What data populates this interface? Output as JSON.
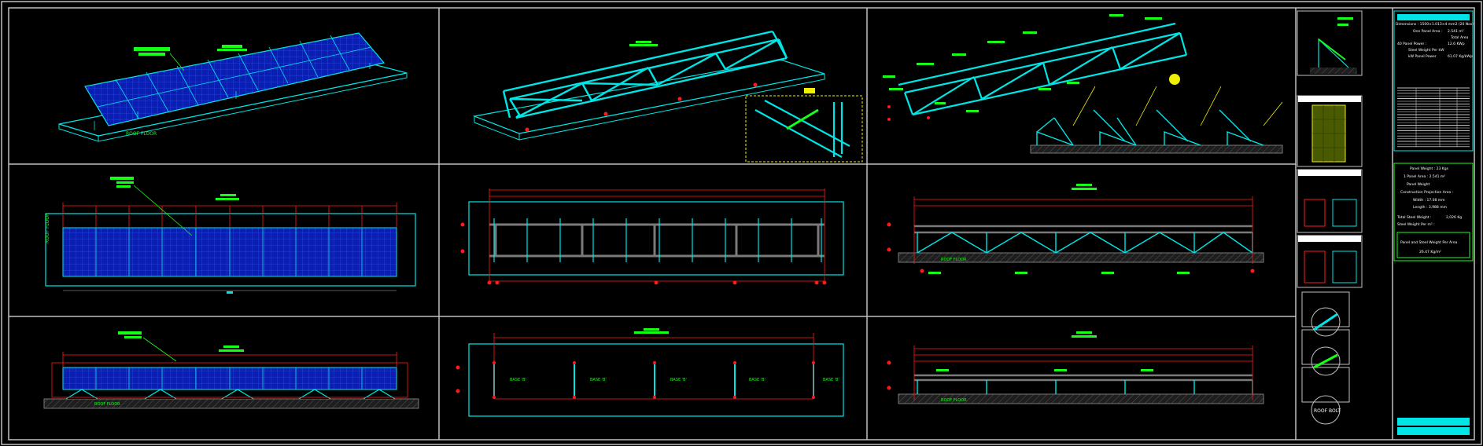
{
  "drawing": {
    "views": [
      {
        "name": "panels-isometric",
        "floor_label": "ROOF FLOOR"
      },
      {
        "name": "frame-isometric",
        "floor_label": ""
      },
      {
        "name": "frame-detail-isometric",
        "floor_label": ""
      },
      {
        "name": "panels-plan",
        "floor_label": "ROOF FLOOR"
      },
      {
        "name": "frame-plan",
        "floor_label": ""
      },
      {
        "name": "frame-elevation",
        "floor_label": "ROOF FLOOR"
      },
      {
        "name": "panels-elevation",
        "floor_label": "ROOF FLOOR"
      },
      {
        "name": "base-plan",
        "floor_label": ""
      },
      {
        "name": "frame-side-elevation",
        "floor_label": "ROOF FLOOR"
      }
    ],
    "base_tag": "BASE 'B'",
    "details_label": "ROOF BOLT"
  },
  "title_block": {
    "dimensions": "Dimensions : 1500×1.013×4 mm2 (20 Nos)",
    "one_panel_area": "One Panel Area :",
    "one_panel_area_value": "2.541 m²",
    "total_panel_area": "Total Area",
    "per_panel_power": "40 Panel Power :",
    "per_panel_power_value": "12.6 KWp",
    "steel_weight": "Steel Weight Per kW",
    "steel_weight_value": "61.07 Kg/kWp",
    "kw_panel_power": "kW Panel Power",
    "panel_weight": "Panel Weight : 23 Kgs",
    "panel_area_line": "1 Panel Area : 2.541 m²",
    "panel_weight_m2": "Panel Weight",
    "construction_area": "Construction Projection Area :",
    "width": "Width : 17.08 mm",
    "length": "Length : 3,988 mm",
    "total_steel_weight": "Total Steel Weight :",
    "total_steel_weight_value": "2,026 Kg",
    "steel_weight_per_area": "Steel Weight Per m² :",
    "summary_line": "Panel and Steel Weight Per Area",
    "summary_value": "26.47 Kg/m²",
    "rows": 22
  },
  "colors": {
    "background": "#000000",
    "frame": "#c0c0c0",
    "cyan": "#00e5e5",
    "blue_panel": "#0a1fb0",
    "red": "#ff1a1a",
    "green": "#16ff16",
    "yellow": "#f0f000",
    "grey": "#7a7a7a"
  }
}
